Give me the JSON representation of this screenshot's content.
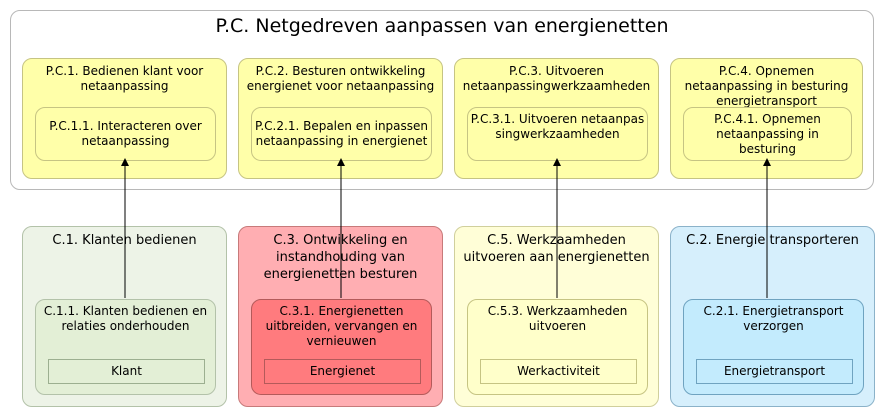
{
  "outer_title": "P.C. Netgedreven aanpassen van energienetten",
  "processes": [
    {
      "title": "P.C.1. Bedienen klant voor netaanpassing",
      "sub": "P.C.1.1. Interacteren over netaanpassing"
    },
    {
      "title": "P.C.2. Besturen ontwikkeling energienet voor netaanpassing",
      "sub": "P.C.2.1. Bepalen en inpassen netaanpassing in energienet"
    },
    {
      "title": "P.C.3. Uitvoeren netaanpassingwerkzaamheden",
      "sub": "P.C.3.1. Uitvoeren netaanpassingwerkzaamheden"
    },
    {
      "title": "P.C.4. Opnemen netaanpassing in besturing energietransport",
      "sub": "P.C.4.1. Opnemen netaanpassing in besturing"
    }
  ],
  "capabilities": [
    {
      "title": "C.1. Klanten bedienen",
      "sub": "C.1.1. Klanten bedienen en relaties onderhouden",
      "object": "Klant"
    },
    {
      "title": "C.3. Ontwikkeling en instandhouding van energienetten besturen",
      "sub": "C.3.1. Energienetten uitbreiden, vervangen en vernieuwen",
      "object": "Energienet"
    },
    {
      "title": "C.5. Werkzaamheden uitvoeren aan energienetten",
      "sub": "C.5.3. Werkzaamheden uitvoeren",
      "object": "Werkactiviteit"
    },
    {
      "title": "C.2. Energie transporteren",
      "sub": "C.2.1. Energietransport verzorgen",
      "object": "Energietransport"
    }
  ],
  "colors": {
    "process": "#ffffa9",
    "cap_green": "#edf3e7",
    "cap_red": "#ffaeb2",
    "cap_yellow": "#fffed7",
    "cap_blue": "#d6effc"
  }
}
